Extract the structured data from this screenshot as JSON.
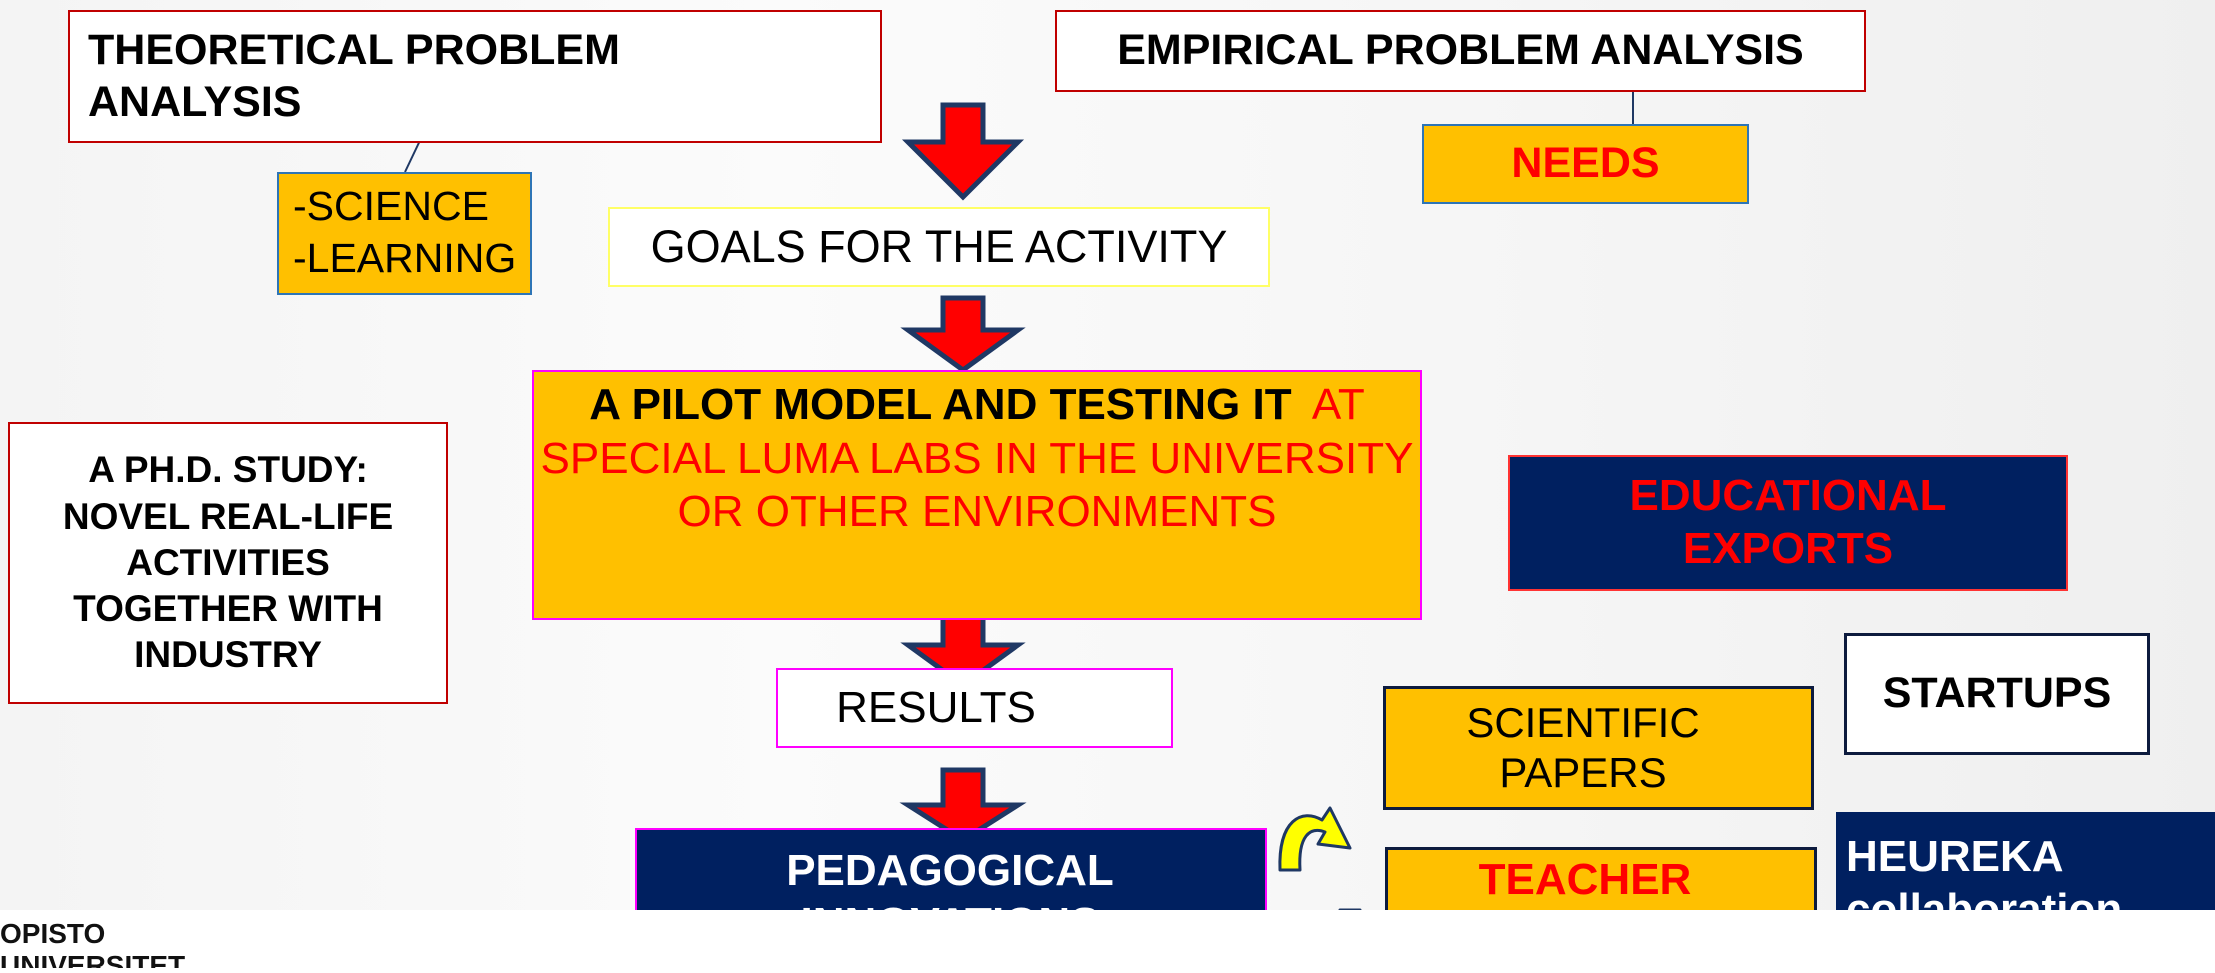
{
  "boxes": {
    "theoretical": "THEORETICAL PROBLEM ANALYSIS",
    "science_learning": [
      "-SCIENCE",
      "-LEARNING"
    ],
    "empirical": "EMPIRICAL PROBLEM ANALYSIS",
    "needs": "NEEDS",
    "goals": "GOALS FOR THE ACTIVITY",
    "pilot": {
      "bold_part": "A PILOT MODEL AND TESTING IT",
      "red_part": "AT SPECIAL LUMA LABS IN THE UNIVERSITY OR OTHER ENVIRONMENTS"
    },
    "phd": "A PH.D. STUDY: NOVEL REAL-LIFE ACTIVITIES TOGETHER WITH INDUSTRY",
    "educational_exports": "EDUCATIONAL EXPORTS",
    "results": "RESULTS",
    "startups": "STARTUPS",
    "scientific_papers": "SCIENTIFIC PAPERS",
    "pedagogical": "PEDAGOGICAL INNOVATIONS",
    "teacher_education": "TEACHER EDUCATION",
    "heureka": "HEUREKA collaboration"
  },
  "logo": [
    "OPISTO",
    "UNIVERSITET"
  ],
  "colors": {
    "orange": "#ffc000",
    "navy": "#002060",
    "red": "#ff0000",
    "arrow_fill": "#ff0000",
    "arrow_outline": "#1f3864",
    "cycle_arrow": "#ffff00"
  }
}
